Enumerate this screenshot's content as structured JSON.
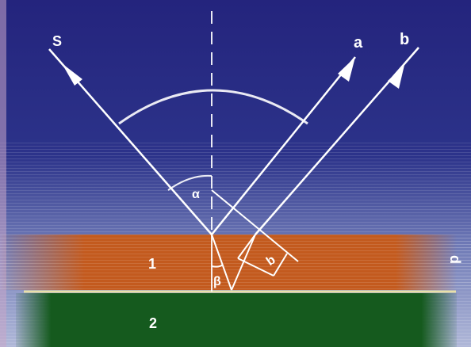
{
  "labels": {
    "incident_ray": "S",
    "reflected_ray_a": "a",
    "reflected_ray_b": "b",
    "incidence_angle": "α",
    "refraction_angle": "β",
    "path_segment": "b",
    "film_thickness": "d",
    "layer_1": "1",
    "layer_2": "2"
  },
  "colors": {
    "background_top": "#25247e",
    "background_bottom": "#9fa8ce",
    "film_layer": "#c35a1e",
    "substrate_layer": "#155a1e",
    "rays": "#ffffff",
    "interface_line": "#e8e0a8"
  }
}
